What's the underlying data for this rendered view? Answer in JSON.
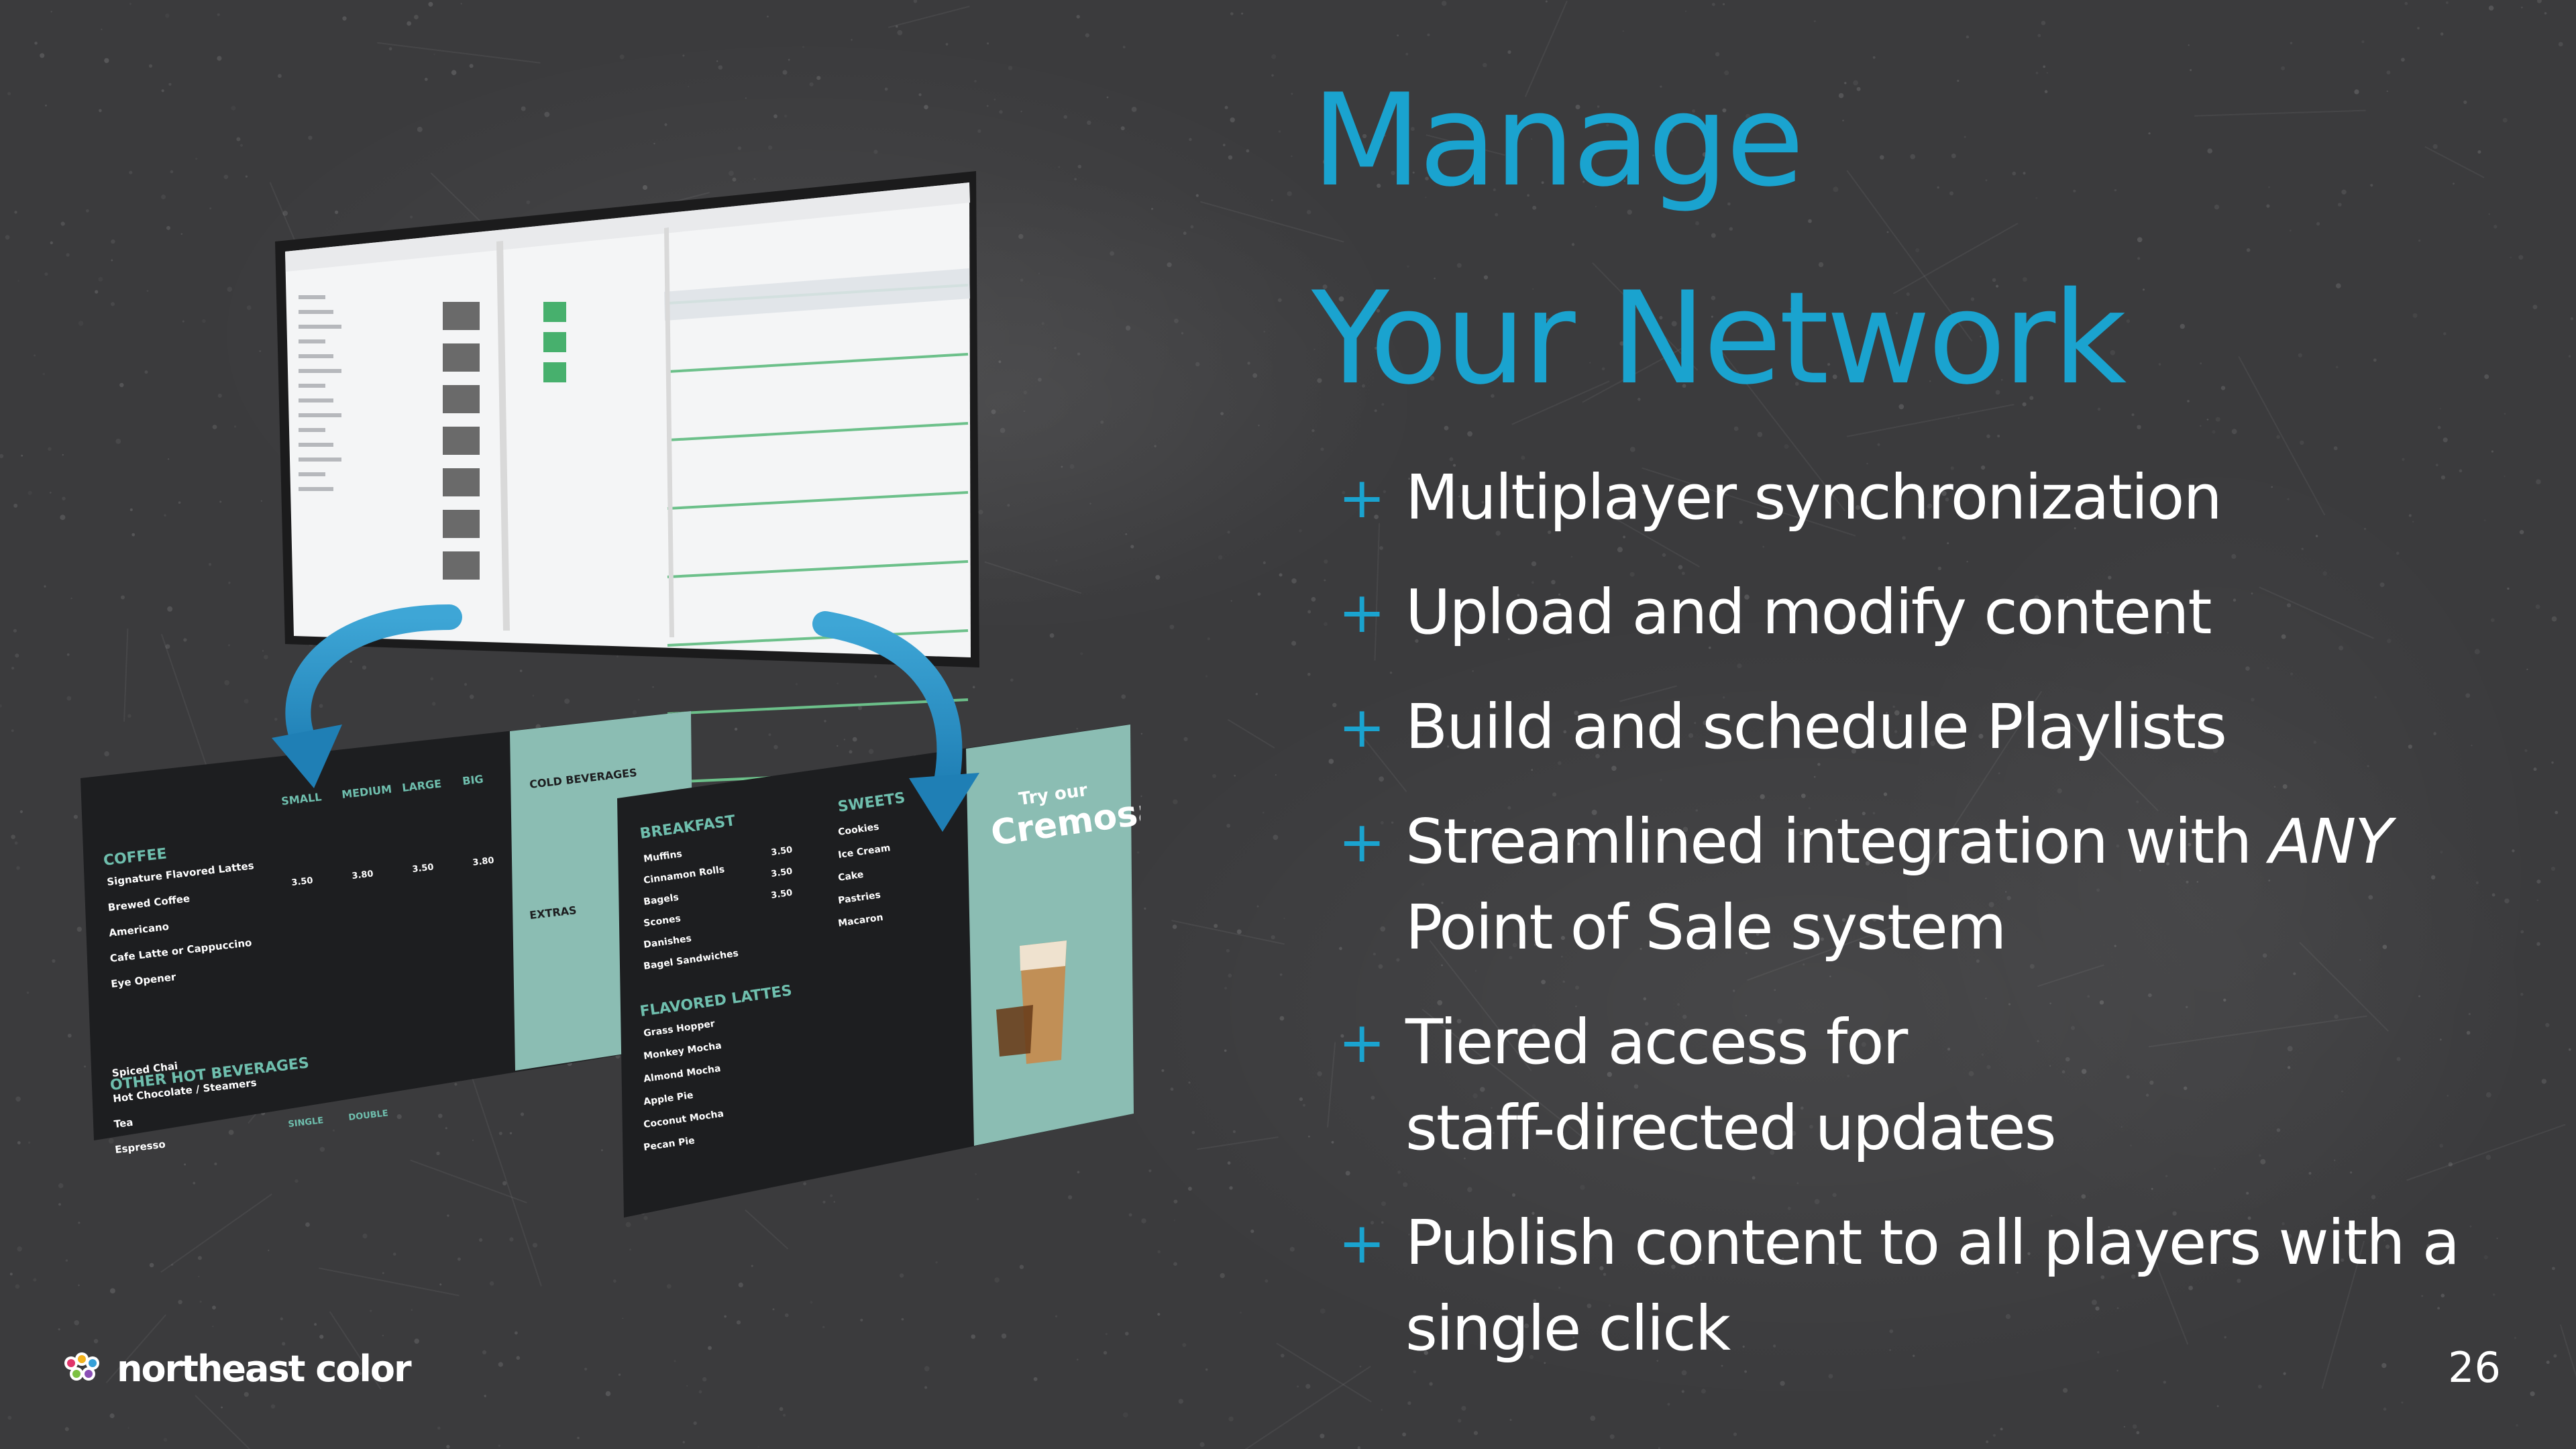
{
  "slide": {
    "title_line1": "Manage",
    "title_line2": "Your Network",
    "accent_color": "#1aa3cf",
    "page_number": "26"
  },
  "bullets": [
    {
      "icon": "plus-icon",
      "lines": [
        "Multiplayer synchronization"
      ]
    },
    {
      "icon": "plus-icon",
      "lines": [
        "Upload and modify content"
      ]
    },
    {
      "icon": "plus-icon",
      "lines": [
        "Build and schedule Playlists"
      ]
    },
    {
      "icon": "plus-icon",
      "line1_prefix": "Streamlined integration with ",
      "line1_emphasis": "ANY",
      "line2": "Point of Sale system"
    },
    {
      "icon": "plus-icon",
      "lines": [
        "Tiered access for",
        "staff-directed updates"
      ]
    },
    {
      "icon": "plus-icon",
      "lines": [
        "Publish content to all players with a",
        "single click"
      ]
    }
  ],
  "logo": {
    "text": "northeast color",
    "icon": "color-dots-logo-icon"
  },
  "menu_board_left": {
    "headers": [
      "SMALL",
      "MEDIUM",
      "LARGE",
      "BIG",
      "COLD BEVERAGES",
      "EXTRAS"
    ],
    "sections": [
      "COFFEE",
      "OTHER HOT BEVERAGES"
    ],
    "items": [
      "Signature Flavored Lattes",
      "Brewed Coffee",
      "Americano",
      "Cafe Latte or Cappuccino",
      "Eye Opener",
      "Spiced Chai",
      "Hot Chocolate / Steamers",
      "Tea",
      "Espresso"
    ],
    "prices": [
      "3.50",
      "3.80",
      "3.50",
      "3.80"
    ],
    "cup_labels": [
      "SINGLE",
      "DOUBLE"
    ]
  },
  "menu_board_right": {
    "sections": [
      "BREAKFAST",
      "SWEETS",
      "FLAVORED LATTES"
    ],
    "items": [
      "Muffins",
      "Cinnamon Rolls",
      "Bagels",
      "Scones",
      "Danishes",
      "Bagel Sandwiches",
      "Cookies",
      "Ice Cream",
      "Cake",
      "Pastries",
      "Macaron",
      "Grass Hopper",
      "Monkey Mocha",
      "Almond Mocha",
      "Apple Pie",
      "Coconut Mocha",
      "Pecan Pie"
    ],
    "prices": [
      "3.50",
      "3.50",
      "3.50"
    ],
    "promo_script": "Try our",
    "promo_name": "Cremosa"
  }
}
